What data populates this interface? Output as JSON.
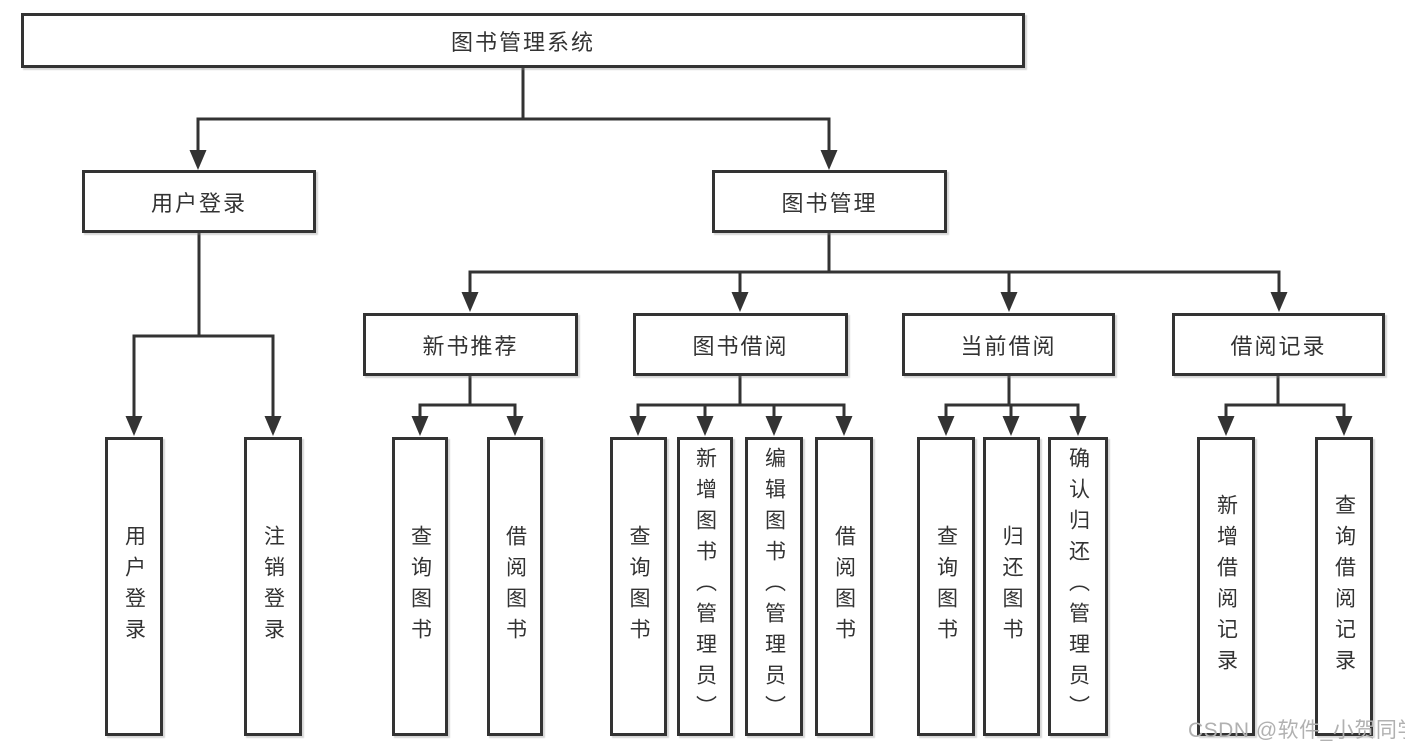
{
  "tree": {
    "label": "图书管理系统",
    "children": [
      {
        "label": "用户登录",
        "children": [
          {
            "label": "用户登录"
          },
          {
            "label": "注销登录"
          }
        ]
      },
      {
        "label": "图书管理",
        "children": [
          {
            "label": "新书推荐",
            "children": [
              {
                "label": "查询图书"
              },
              {
                "label": "借阅图书"
              }
            ]
          },
          {
            "label": "图书借阅",
            "children": [
              {
                "label": "查询图书"
              },
              {
                "label": "新增图书（管理员）"
              },
              {
                "label": "编辑图书（管理员）"
              },
              {
                "label": "借阅图书"
              }
            ]
          },
          {
            "label": "当前借阅",
            "children": [
              {
                "label": "查询图书"
              },
              {
                "label": "归还图书"
              },
              {
                "label": "确认归还（管理员）"
              }
            ]
          },
          {
            "label": "借阅记录",
            "children": [
              {
                "label": "新增借阅记录"
              },
              {
                "label": "查询借阅记录"
              }
            ]
          }
        ]
      }
    ]
  },
  "watermark": {
    "text": "CSDN @软件_小贺同学"
  },
  "colors": {
    "line": "#333333",
    "box_border": "#333333",
    "text": "#333333",
    "background": "#ffffff",
    "watermark": "#b1b1b1"
  }
}
